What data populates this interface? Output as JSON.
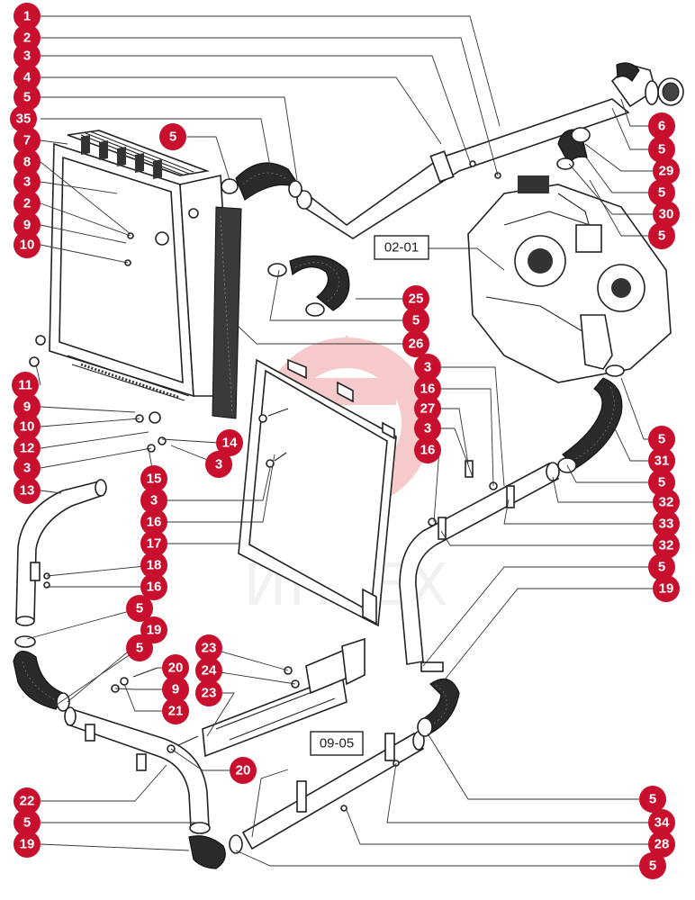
{
  "watermark": {
    "text": "ИНТЕХ",
    "color": "#e86a6a"
  },
  "colors": {
    "callout": "#c8102e",
    "line": "#222222"
  },
  "reference_labels": [
    {
      "id": "ref-02-01",
      "text": "02-01"
    },
    {
      "id": "ref-09-05",
      "text": "09-05"
    }
  ],
  "callouts": [
    "1",
    "2",
    "3",
    "4",
    "5",
    "35",
    "7",
    "8",
    "3",
    "2",
    "9",
    "10",
    "11",
    "9",
    "10",
    "12",
    "3",
    "13",
    "5",
    "25",
    "5",
    "26",
    "14",
    "3",
    "15",
    "3",
    "16",
    "17",
    "18",
    "16",
    "5",
    "19",
    "5",
    "23",
    "24",
    "20",
    "9",
    "23",
    "21",
    "20",
    "22",
    "5",
    "19",
    "6",
    "5",
    "29",
    "5",
    "30",
    "5",
    "3",
    "16",
    "27",
    "3",
    "16",
    "5",
    "31",
    "5",
    "32",
    "33",
    "32",
    "5",
    "19",
    "5",
    "34",
    "28",
    "5"
  ]
}
